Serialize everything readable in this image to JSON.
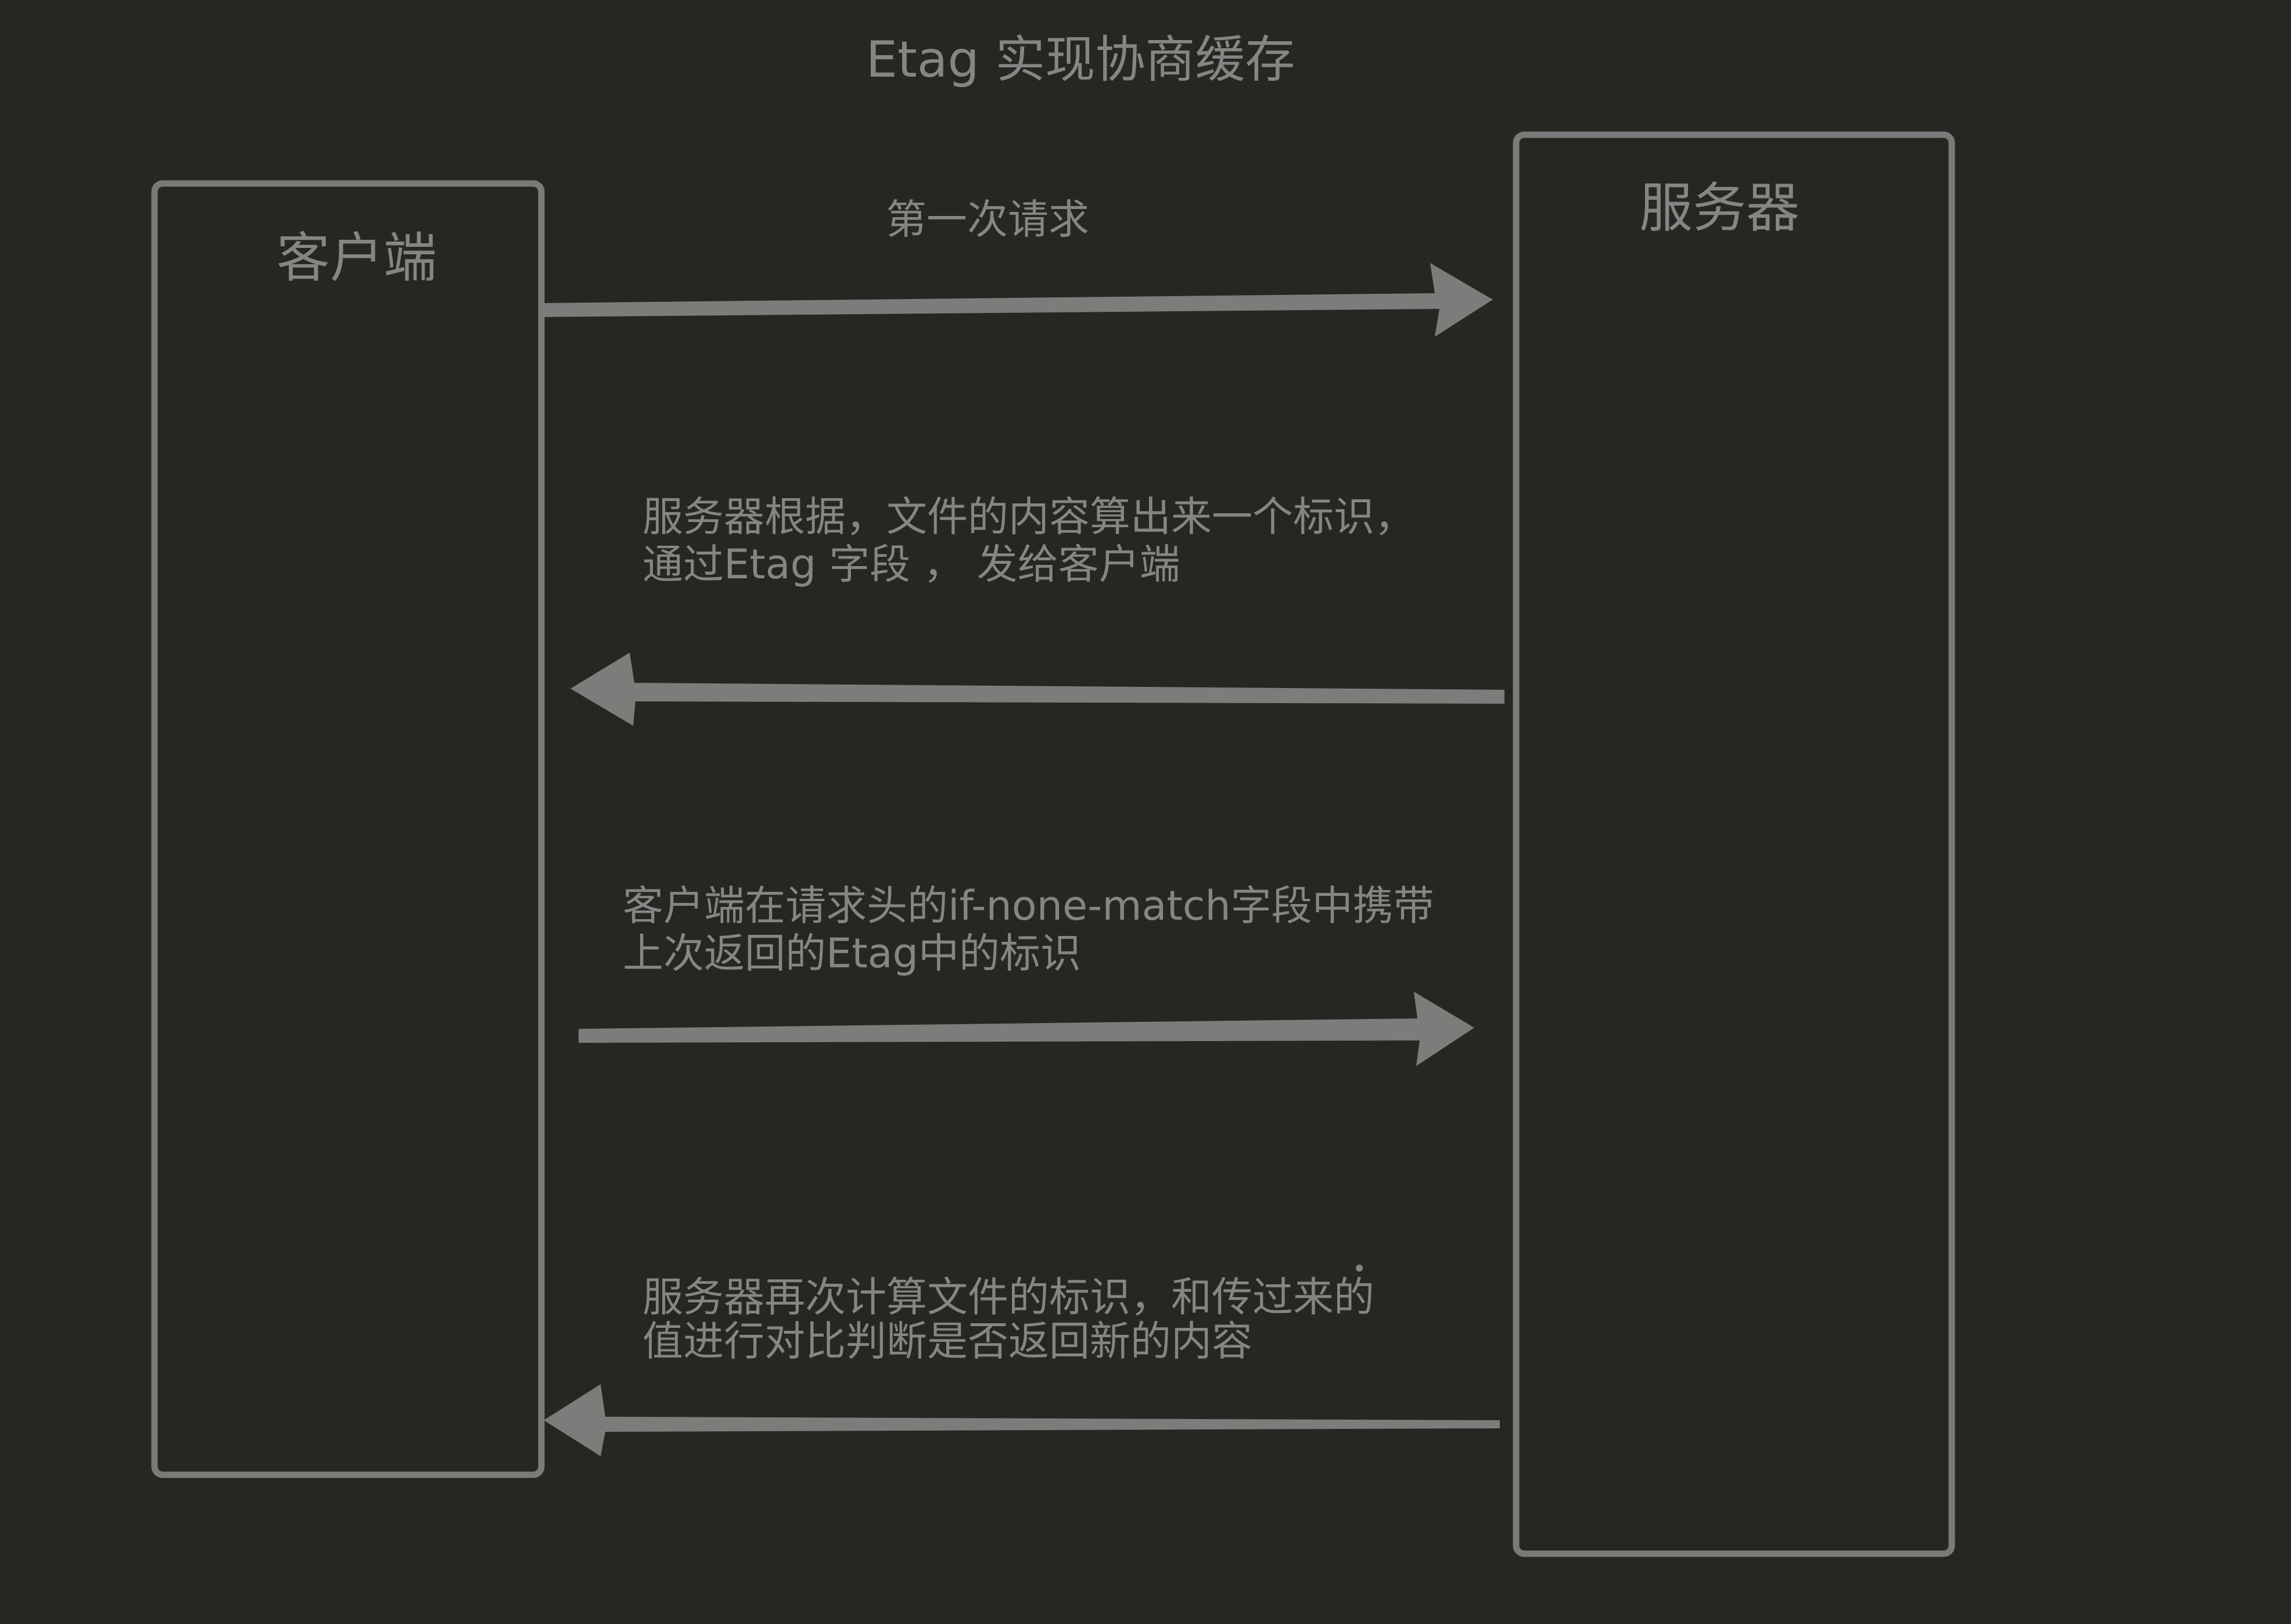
{
  "title": "Etag 实现协商缓存",
  "client": {
    "label": "客户端"
  },
  "server": {
    "label": "服务器"
  },
  "steps": [
    {
      "lines": [
        "第一次请求"
      ],
      "direction": "to-server"
    },
    {
      "lines": [
        "服务器根据，文件的内容算出来一个标识，",
        "通过Etag 字段 ， 发给客户端"
      ],
      "direction": "to-client"
    },
    {
      "lines": [
        "客户端在请求头的if-none-match字段中携带",
        "上次返回的Etag中的标识"
      ],
      "direction": "to-server"
    },
    {
      "lines": [
        "服务器再次计算文件的标识，和传过来的",
        "值进行对比判断是否返回新的内容"
      ],
      "direction": "to-client"
    }
  ],
  "colors": {
    "background": "#262622",
    "stroke": "#7a7a78",
    "text": "#858583",
    "arrow": "#7c7c7a"
  }
}
